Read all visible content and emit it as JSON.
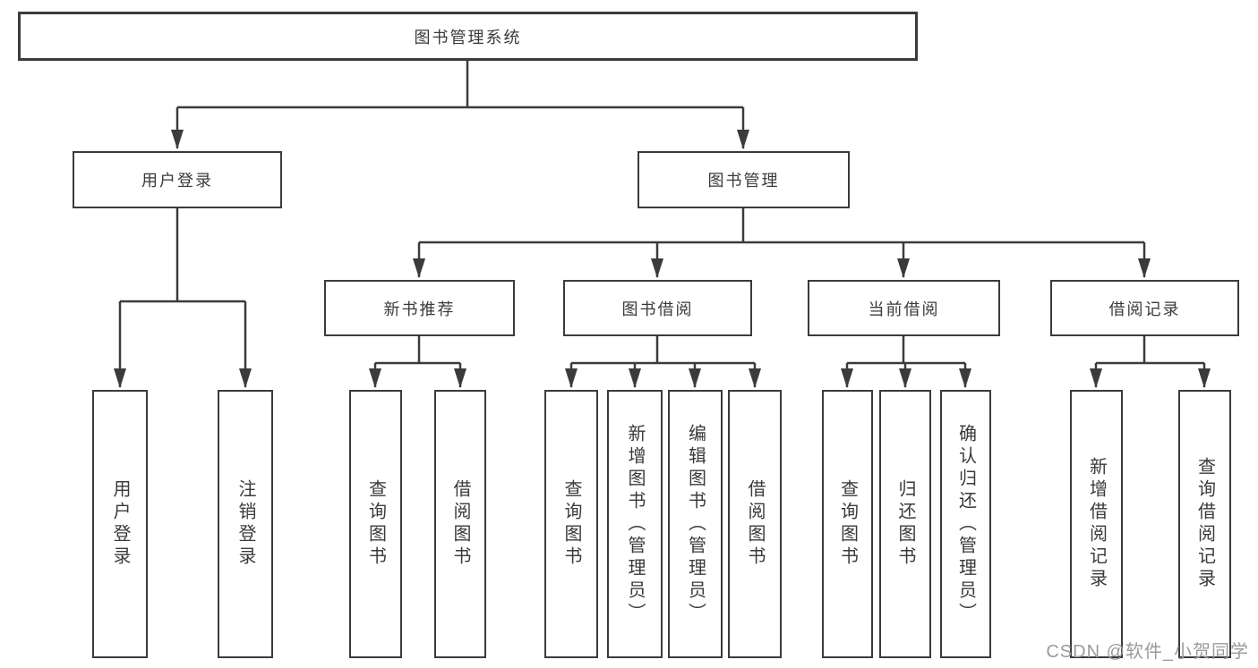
{
  "colors": {
    "line": "#3b3b3b",
    "box_border": "#3b3b3b",
    "text": "#3a3a3a",
    "background": "#ffffff",
    "watermark_text": "#9b9b9b"
  },
  "watermark": "CSDN @软件_小贺同学",
  "tree": {
    "label": "图书管理系统",
    "children": [
      {
        "label": "用户登录",
        "children": [
          {
            "label": "用户登录"
          },
          {
            "label": "注销登录"
          }
        ]
      },
      {
        "label": "图书管理",
        "children": [
          {
            "label": "新书推荐",
            "children": [
              {
                "label": "查询图书"
              },
              {
                "label": "借阅图书"
              }
            ]
          },
          {
            "label": "图书借阅",
            "children": [
              {
                "label": "查询图书"
              },
              {
                "label": "新增图书（管理员）"
              },
              {
                "label": "编辑图书（管理员）"
              },
              {
                "label": "借阅图书"
              }
            ]
          },
          {
            "label": "当前借阅",
            "children": [
              {
                "label": "查询图书"
              },
              {
                "label": "归还图书"
              },
              {
                "label": "确认归还（管理员）"
              }
            ]
          },
          {
            "label": "借阅记录",
            "children": [
              {
                "label": "新增借阅记录"
              },
              {
                "label": "查询借阅记录"
              }
            ]
          }
        ]
      }
    ]
  }
}
